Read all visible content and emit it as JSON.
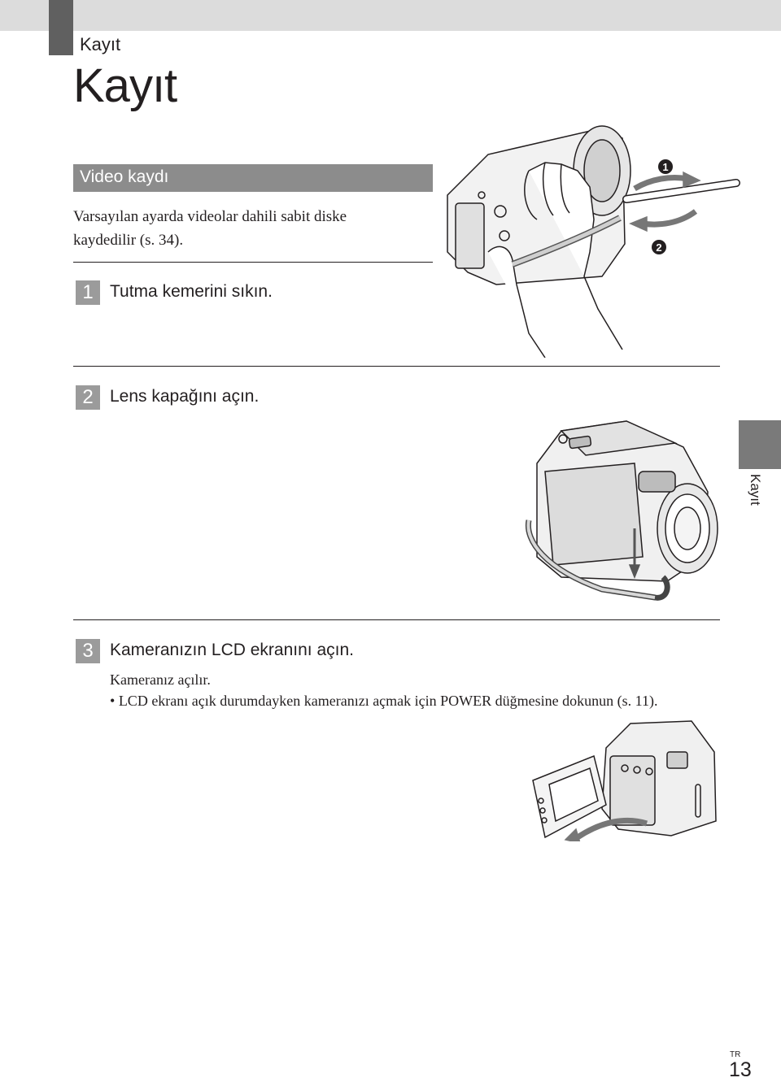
{
  "header": {
    "section": "Kayıt"
  },
  "page": {
    "title": "Kayıt",
    "side_tab": "Kayıt",
    "lang": "TR",
    "number": "13"
  },
  "video": {
    "title": "Video kaydı",
    "intro_line1": "Varsayılan ayarda videolar dahili sabit diske",
    "intro_line2": "kaydedilir (s. 34)."
  },
  "steps": [
    {
      "num": "1",
      "text": "Tutma kemerini sıkın."
    },
    {
      "num": "2",
      "text": "Lens kapağını açın."
    },
    {
      "num": "3",
      "text": "Kameranızın LCD ekranını açın.",
      "detail": "Kameranız açılır.",
      "bullet": "LCD ekranı açık durumdayken kameranızı açmak için POWER düğmesine dokunun (s. 11)."
    }
  ],
  "illustration1": {
    "marker1": "1",
    "marker2": "2"
  }
}
